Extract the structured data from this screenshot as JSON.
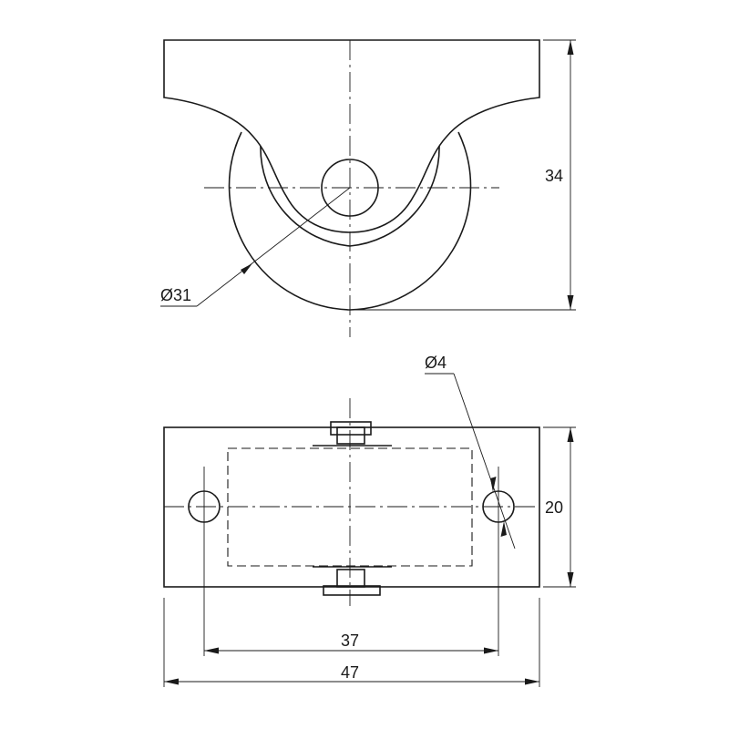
{
  "drawing": {
    "type": "technical drawing - fixed castor wheel",
    "views": [
      "front view",
      "top view"
    ],
    "dimensions": {
      "overall_height": "34",
      "wheel_diameter": "Ø31",
      "hole_diameter": "Ø4",
      "plate_width": "20",
      "hole_spacing": "37",
      "plate_length": "47"
    }
  }
}
